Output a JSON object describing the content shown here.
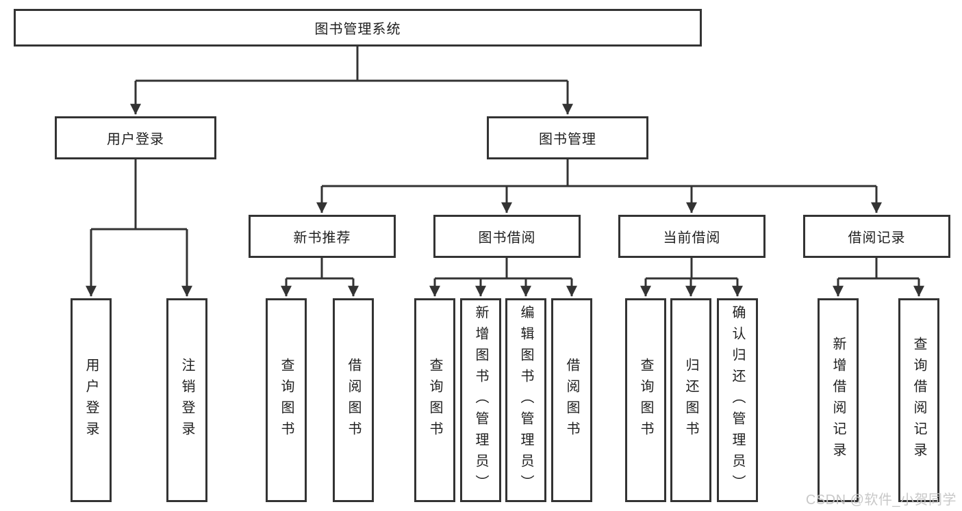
{
  "diagram_title": "图书管理系统",
  "nodes": {
    "root": "图书管理系统",
    "user_login": "用户登录",
    "book_management": "图书管理",
    "new_book_recommend": "新书推荐",
    "book_borrowing": "图书借阅",
    "current_borrowing": "当前借阅",
    "borrowing_records": "借阅记录",
    "leaf_user_login": "用户登录",
    "leaf_logout": "注销登录",
    "leaf_nbr_query_books": "查询图书",
    "leaf_nbr_borrow_books": "借阅图书",
    "leaf_bb_query_books": "查询图书",
    "leaf_bb_add_books_admin": "新增图书（管理员）",
    "leaf_bb_edit_books_admin": "编辑图书（管理员）",
    "leaf_bb_borrow_books": "借阅图书",
    "leaf_cb_query_books": "查询图书",
    "leaf_cb_return_books": "归还图书",
    "leaf_cb_confirm_return_admin": "确认归还（管理员）",
    "leaf_br_add_record": "新增借阅记录",
    "leaf_br_query_record": "查询借阅记录"
  },
  "hierarchy": {
    "root": "图书管理系统",
    "children": [
      {
        "label": "用户登录",
        "children": [
          "用户登录",
          "注销登录"
        ]
      },
      {
        "label": "图书管理",
        "children": [
          {
            "label": "新书推荐",
            "children": [
              "查询图书",
              "借阅图书"
            ]
          },
          {
            "label": "图书借阅",
            "children": [
              "查询图书",
              "新增图书（管理员）",
              "编辑图书（管理员）",
              "借阅图书"
            ]
          },
          {
            "label": "当前借阅",
            "children": [
              "查询图书",
              "归还图书",
              "确认归还（管理员）"
            ]
          },
          {
            "label": "借阅记录",
            "children": [
              "新增借阅记录",
              "查询借阅记录"
            ]
          }
        ]
      }
    ]
  },
  "watermark": "CSDN @软件_小贺同学",
  "colors": {
    "line": "#333333",
    "node_border": "#333333",
    "text": "#1f1f1f",
    "watermark": "#c5c5c5",
    "background": "#ffffff"
  }
}
